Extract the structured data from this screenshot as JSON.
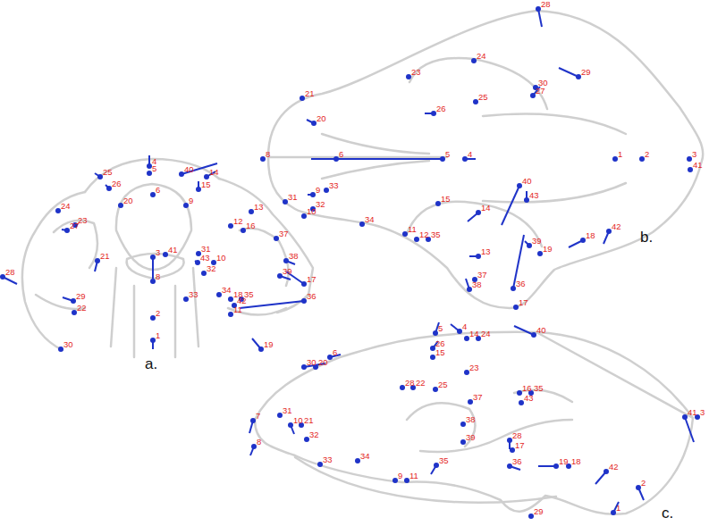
{
  "diagram": {
    "labels": [
      "4",
      "5",
      "6",
      "40",
      "14",
      "15",
      "25",
      "26",
      "20",
      "9",
      "24",
      "23",
      "27",
      "12",
      "16",
      "13",
      "37",
      "41",
      "3",
      "31",
      "43",
      "10",
      "8",
      "21",
      "38",
      "32",
      "39",
      "17",
      "28",
      "29",
      "22",
      "33",
      "34",
      "18",
      "35",
      "42",
      "11",
      "36",
      "2",
      "19",
      "30",
      "1",
      "a.",
      "28",
      "24",
      "23",
      "30",
      "27",
      "29",
      "26",
      "25",
      "21",
      "20",
      "8",
      "6",
      "5",
      "4",
      "1",
      "2",
      "3",
      "41",
      "33",
      "9",
      "31",
      "32",
      "10",
      "34",
      "40",
      "43",
      "15",
      "14",
      "11",
      "12",
      "35",
      "39",
      "19",
      "13",
      "18",
      "42",
      "37",
      "38",
      "36",
      "17",
      "b.",
      "5",
      "4",
      "14",
      "24",
      "40",
      "6",
      "30",
      "20",
      "26",
      "15",
      "23",
      "28",
      "22",
      "25",
      "16",
      "35",
      "37",
      "43",
      "41",
      "3",
      "7",
      "31",
      "10",
      "21",
      "38",
      "32",
      "28",
      "17",
      "39",
      "8",
      "34",
      "33",
      "35",
      "36",
      "19",
      "18",
      "42",
      "9",
      "11",
      "2",
      "1",
      "29",
      "c."
    ]
  }
}
